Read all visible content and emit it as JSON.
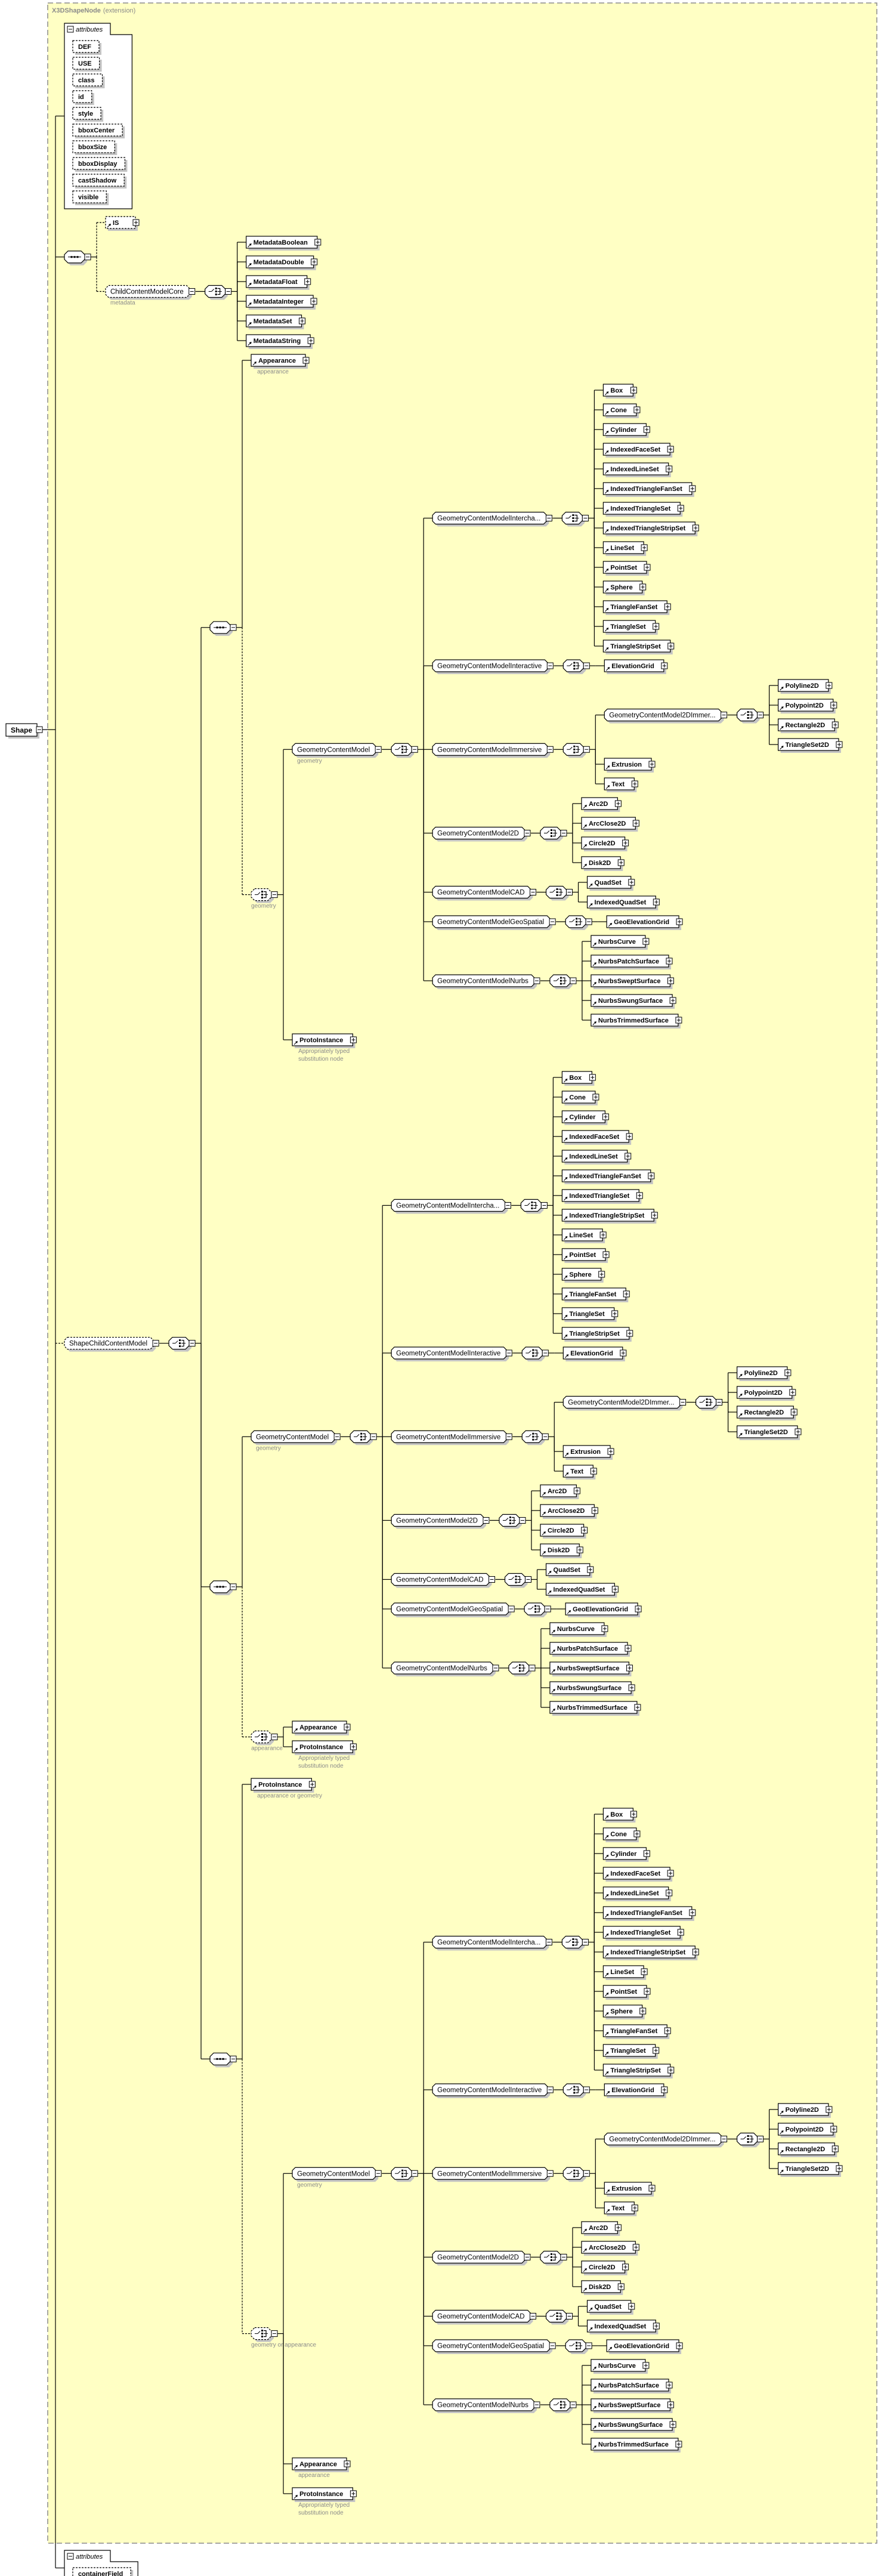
{
  "root": {
    "label": "Shape"
  },
  "extension": {
    "name": "X3DShapeNode",
    "kind": "(extension)"
  },
  "attributes_top": {
    "header": "attributes",
    "items": [
      "DEF",
      "USE",
      "class",
      "id",
      "style",
      "bboxCenter",
      "bboxSize",
      "bboxDisplay",
      "castShadow",
      "visible"
    ]
  },
  "attributes_bottom": {
    "header": "attributes",
    "items": [
      "containerField"
    ]
  },
  "content": [
    {
      "k": "seq",
      "children": [
        {
          "k": "el",
          "label": "IS",
          "opt": true
        },
        {
          "k": "grp",
          "label": "ChildContentModelCore",
          "opt": true,
          "note": [
            "metadata"
          ],
          "children": [
            {
              "k": "choice",
              "children": [
                {
                  "k": "el",
                  "label": "MetadataBoolean"
                },
                {
                  "k": "el",
                  "label": "MetadataDouble"
                },
                {
                  "k": "el",
                  "label": "MetadataFloat"
                },
                {
                  "k": "el",
                  "label": "MetadataInteger"
                },
                {
                  "k": "el",
                  "label": "MetadataSet"
                },
                {
                  "k": "el",
                  "label": "MetadataString"
                }
              ]
            }
          ]
        }
      ]
    },
    {
      "k": "grp",
      "label": "ShapeChildContentModel",
      "opt": true,
      "children": [
        {
          "k": "choice",
          "children": [
            {
              "k": "seq",
              "children": [
                {
                  "k": "el",
                  "label": "Appearance",
                  "note": [
                    "appearance"
                  ]
                },
                {
                  "k": "choice",
                  "opt": true,
                  "note": [
                    "geometry"
                  ],
                  "children": [
                    {
                      "ref": "geometry_model"
                    },
                    {
                      "k": "el",
                      "label": "ProtoInstance",
                      "note": [
                        "Appropriately typed",
                        "substitution node"
                      ]
                    }
                  ]
                }
              ]
            },
            {
              "k": "seq",
              "children": [
                {
                  "ref": "geometry_model"
                },
                {
                  "k": "choice",
                  "opt": true,
                  "note": [
                    "appearance"
                  ],
                  "children": [
                    {
                      "k": "el",
                      "label": "Appearance"
                    },
                    {
                      "k": "el",
                      "label": "ProtoInstance",
                      "note": [
                        "Appropriately typed",
                        "substitution node"
                      ]
                    }
                  ]
                }
              ]
            },
            {
              "k": "seq",
              "children": [
                {
                  "k": "el",
                  "label": "ProtoInstance",
                  "note": [
                    "appearance or geometry"
                  ]
                },
                {
                  "k": "choice",
                  "opt": true,
                  "note": [
                    "geometry or appearance"
                  ],
                  "children": [
                    {
                      "ref": "geometry_model"
                    },
                    {
                      "k": "el",
                      "label": "Appearance",
                      "note": [
                        "appearance"
                      ]
                    },
                    {
                      "k": "el",
                      "label": "ProtoInstance",
                      "note": [
                        "Appropriately typed",
                        "substitution node"
                      ]
                    }
                  ]
                }
              ]
            }
          ]
        }
      ]
    }
  ],
  "geometry_model": {
    "k": "grp",
    "label": "GeometryContentModel",
    "note": [
      "geometry"
    ],
    "children": [
      {
        "k": "choice",
        "children": [
          {
            "k": "grp",
            "label": "GeometryContentModelIntercha...",
            "children": [
              {
                "k": "choice",
                "children": [
                  {
                    "k": "el",
                    "label": "Box"
                  },
                  {
                    "k": "el",
                    "label": "Cone"
                  },
                  {
                    "k": "el",
                    "label": "Cylinder"
                  },
                  {
                    "k": "el",
                    "label": "IndexedFaceSet"
                  },
                  {
                    "k": "el",
                    "label": "IndexedLineSet"
                  },
                  {
                    "k": "el",
                    "label": "IndexedTriangleFanSet"
                  },
                  {
                    "k": "el",
                    "label": "IndexedTriangleSet"
                  },
                  {
                    "k": "el",
                    "label": "IndexedTriangleStripSet"
                  },
                  {
                    "k": "el",
                    "label": "LineSet"
                  },
                  {
                    "k": "el",
                    "label": "PointSet"
                  },
                  {
                    "k": "el",
                    "label": "Sphere"
                  },
                  {
                    "k": "el",
                    "label": "TriangleFanSet"
                  },
                  {
                    "k": "el",
                    "label": "TriangleSet"
                  },
                  {
                    "k": "el",
                    "label": "TriangleStripSet"
                  }
                ]
              }
            ]
          },
          {
            "k": "grp",
            "label": "GeometryContentModelInteractive",
            "children": [
              {
                "k": "choice",
                "children": [
                  {
                    "k": "el",
                    "label": "ElevationGrid"
                  }
                ]
              }
            ]
          },
          {
            "k": "grp",
            "label": "GeometryContentModelImmersive",
            "children": [
              {
                "k": "choice",
                "children": [
                  {
                    "k": "grp",
                    "label": "GeometryContentModel2DImmer...",
                    "children": [
                      {
                        "k": "choice",
                        "children": [
                          {
                            "k": "el",
                            "label": "Polyline2D"
                          },
                          {
                            "k": "el",
                            "label": "Polypoint2D"
                          },
                          {
                            "k": "el",
                            "label": "Rectangle2D"
                          },
                          {
                            "k": "el",
                            "label": "TriangleSet2D"
                          }
                        ]
                      }
                    ]
                  },
                  {
                    "k": "el",
                    "label": "Extrusion"
                  },
                  {
                    "k": "el",
                    "label": "Text"
                  }
                ]
              }
            ]
          },
          {
            "k": "grp",
            "label": "GeometryContentModel2D",
            "children": [
              {
                "k": "choice",
                "children": [
                  {
                    "k": "el",
                    "label": "Arc2D"
                  },
                  {
                    "k": "el",
                    "label": "ArcClose2D"
                  },
                  {
                    "k": "el",
                    "label": "Circle2D"
                  },
                  {
                    "k": "el",
                    "label": "Disk2D"
                  }
                ]
              }
            ]
          },
          {
            "k": "grp",
            "label": "GeometryContentModelCAD",
            "children": [
              {
                "k": "choice",
                "children": [
                  {
                    "k": "el",
                    "label": "QuadSet"
                  },
                  {
                    "k": "el",
                    "label": "IndexedQuadSet"
                  }
                ]
              }
            ]
          },
          {
            "k": "grp",
            "label": "GeometryContentModelGeoSpatial",
            "children": [
              {
                "k": "choice",
                "children": [
                  {
                    "k": "el",
                    "label": "GeoElevationGrid"
                  }
                ]
              }
            ]
          },
          {
            "k": "grp",
            "label": "GeometryContentModelNurbs",
            "children": [
              {
                "k": "choice",
                "children": [
                  {
                    "k": "el",
                    "label": "NurbsCurve"
                  },
                  {
                    "k": "el",
                    "label": "NurbsPatchSurface"
                  },
                  {
                    "k": "el",
                    "label": "NurbsSweptSurface"
                  },
                  {
                    "k": "el",
                    "label": "NurbsSwungSurface"
                  },
                  {
                    "k": "el",
                    "label": "NurbsTrimmedSurface"
                  }
                ]
              }
            ]
          }
        ]
      }
    ]
  }
}
